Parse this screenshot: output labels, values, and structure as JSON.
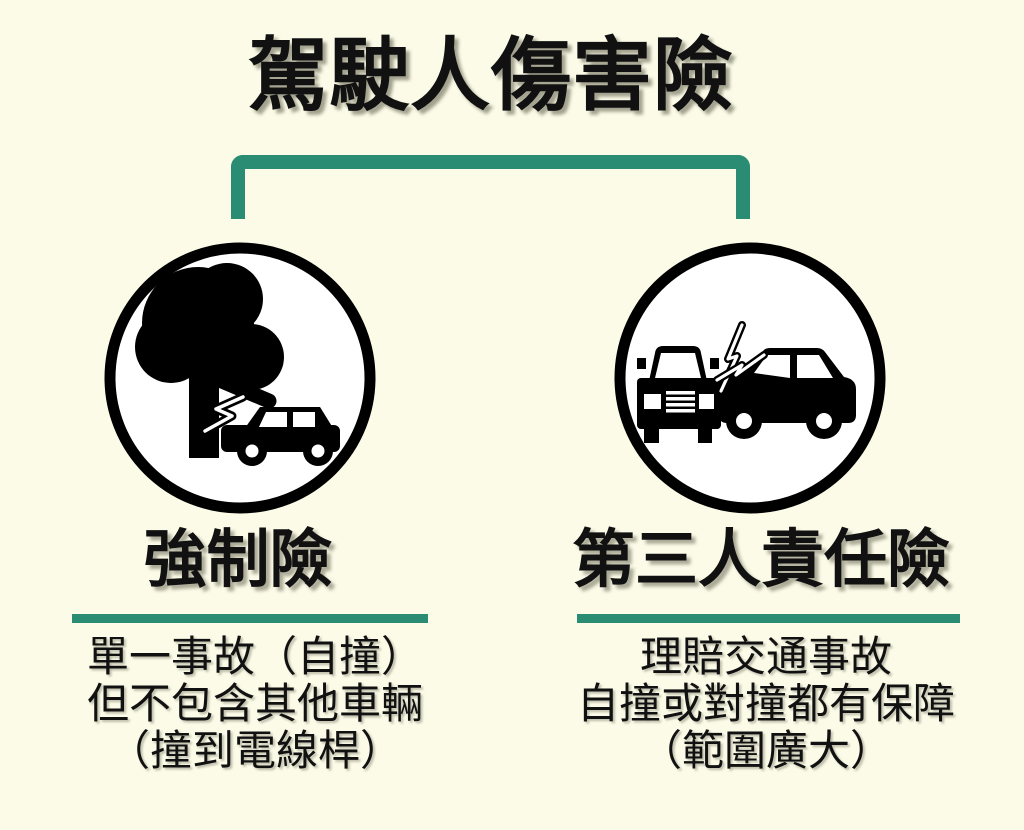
{
  "canvas": {
    "background_color": "#FCFBE8",
    "accent_color": "#2A8C72",
    "text_color": "#111111"
  },
  "title": {
    "text": "駕駛人傷害險"
  },
  "branches": [
    {
      "label": "強制險",
      "icon": "car-hits-tree-icon",
      "description_lines": [
        "單一事故（自撞）",
        "但不包含其他車輛",
        "（撞到電線桿）"
      ]
    },
    {
      "label": "第三人責任險",
      "icon": "two-car-collision-icon",
      "description_lines": [
        "理賠交通事故",
        "自撞或對撞都有保障",
        "（範圍廣大）"
      ]
    }
  ]
}
